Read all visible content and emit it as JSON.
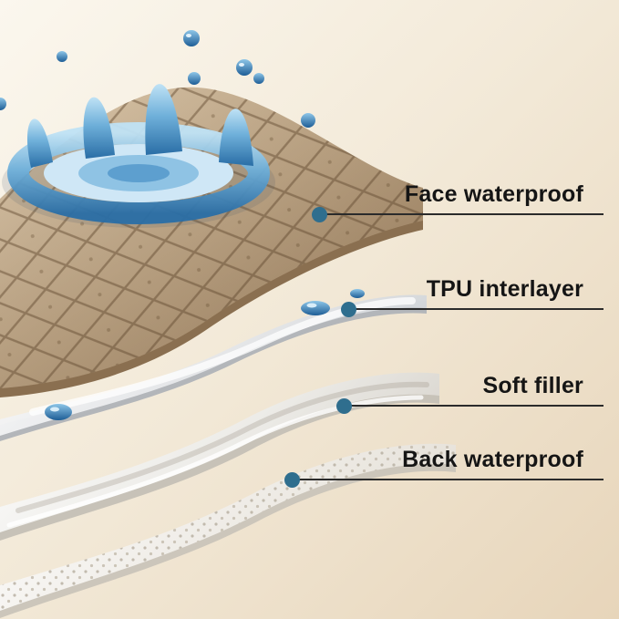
{
  "diagram": {
    "product": "layered waterproof pad cross-section",
    "callouts": [
      {
        "label": "Face waterproof"
      },
      {
        "label": "TPU interlayer"
      },
      {
        "label": "Soft filler"
      },
      {
        "label": "Back waterproof"
      }
    ],
    "layers": [
      {
        "name": "face-waterproof-layer",
        "appearance": "tan quilted fabric with water splash"
      },
      {
        "name": "tpu-interlayer-layer",
        "appearance": "thin clear film with water droplets"
      },
      {
        "name": "soft-filler-layer",
        "appearance": "white soft padding sheet"
      },
      {
        "name": "back-waterproof-layer",
        "appearance": "white dotted backing sheet"
      }
    ],
    "colors": {
      "background_top": "#fbf7ee",
      "background_mid": "#f3ead9",
      "background_bottom": "#e7d5ba",
      "dot": "#2f6e8e",
      "line": "#2b2b2b",
      "text": "#151515",
      "fabric_tan": "#c6ae8e",
      "water_blue": "#4a93c8"
    }
  }
}
